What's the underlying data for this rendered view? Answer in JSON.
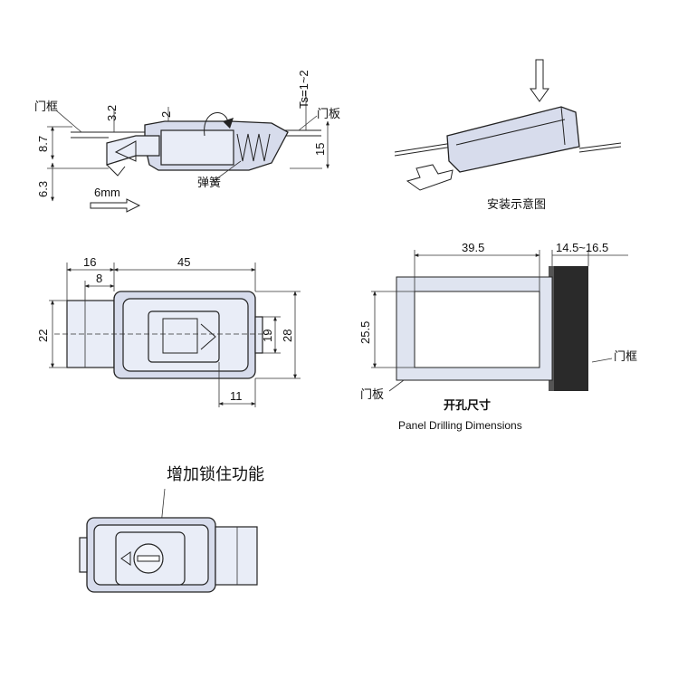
{
  "side_view": {
    "door_frame_label": "门框",
    "door_panel_label": "门板",
    "spring_label": "弹簧",
    "dim_3_2": "3.2",
    "dim_2": "2",
    "dim_ts": "Ts=1~2",
    "dim_8_7": "8.7",
    "dim_6_3": "6.3",
    "dim_15": "15",
    "travel_label": "6mm"
  },
  "install_view": {
    "caption": "安装示意图"
  },
  "front_view": {
    "dim_16": "16",
    "dim_45": "45",
    "dim_8": "8",
    "dim_22": "22",
    "dim_19": "19",
    "dim_28": "28",
    "dim_11": "11"
  },
  "cutout_view": {
    "dim_39_5": "39.5",
    "dim_range": "14.5~16.5",
    "dim_25_5": "25.5",
    "door_frame_label": "门框",
    "door_panel_label": "门板",
    "title_cn": "开孔尺寸",
    "title_en": "Panel Drilling Dimensions"
  },
  "lock_view": {
    "caption": "增加锁住功能"
  },
  "colors": {
    "line": "#222222",
    "body_fill": "#d7dcec",
    "face_fill": "#e9edf7",
    "panel_fill": "#2a2a2a"
  }
}
